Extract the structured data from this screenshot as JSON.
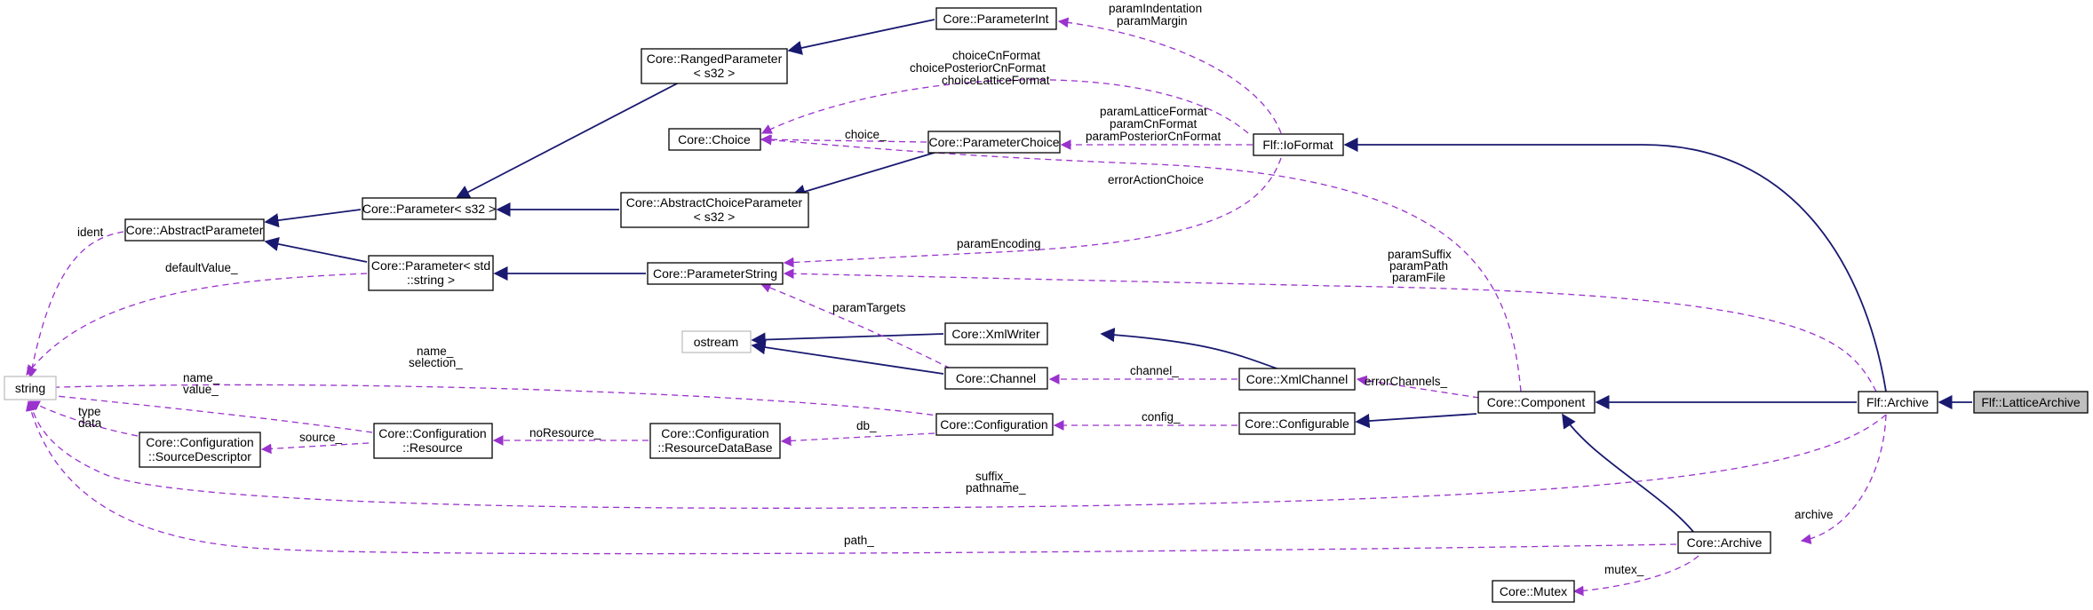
{
  "colors": {
    "inheritance": "#191970",
    "usage": "#9a32cd",
    "focus_fill": "#bfbfbf",
    "external_border": "#bfbfbf"
  },
  "nodes": {
    "flf_lattice_archive": "Flf::LatticeArchive",
    "flf_archive": "Flf::Archive",
    "flf_ioformat": "Flf::IoFormat",
    "core_component": "Core::Component",
    "core_archive": "Core::Archive",
    "core_mutex": "Core::Mutex",
    "core_configurable": "Core::Configurable",
    "core_xmlchannel": "Core::XmlChannel",
    "core_configuration": "Core::Configuration",
    "core_channel": "Core::Channel",
    "core_xmlwriter": "Core::XmlWriter",
    "core_parameterchoice": "Core::ParameterChoice",
    "core_parameterint": "Core::ParameterInt",
    "core_parameterstring": "Core::ParameterString",
    "core_abstractchoiceparameter": [
      "Core::AbstractChoiceParameter",
      "< s32 >"
    ],
    "core_rangedparameter": [
      "Core::RangedParameter",
      "< s32 >"
    ],
    "core_choice": "Core::Choice",
    "core_parameter_s32": "Core::Parameter< s32 >",
    "core_parameter_string": [
      "Core::Parameter< std",
      "::string >"
    ],
    "core_abstractparameter": "Core::AbstractParameter",
    "core_resourcedatabase": [
      "Core::Configuration",
      "::ResourceDataBase"
    ],
    "core_resource": [
      "Core::Configuration",
      "::Resource"
    ],
    "core_sourcedescriptor": [
      "Core::Configuration",
      "::SourceDescriptor"
    ],
    "ostream": "ostream",
    "string": "string"
  },
  "edge_labels": {
    "archive": "archive",
    "mutex": "mutex_",
    "path": "path_",
    "suffix_pathname": [
      "suffix_",
      "pathname_"
    ],
    "param_suffix_path_file": [
      "paramSuffix",
      "paramPath",
      "paramFile"
    ],
    "error_action_choice": "errorActionChoice",
    "error_channels": "errorChannels_",
    "config": "config_",
    "channel": "channel_",
    "param_targets": "paramTargets",
    "db": "db_",
    "name_selection": [
      "name_",
      "selection_"
    ],
    "no_resource": "noResource_",
    "name_value": [
      "name_",
      "value_"
    ],
    "source": "source_",
    "type_data": [
      "type",
      "data"
    ],
    "param_encoding": "paramEncoding",
    "default_value": "defaultValue_",
    "ident": "ident",
    "choice": "choice_",
    "choice_formats": [
      "choiceCnFormat",
      "choicePosteriorCnFormat",
      "choiceLatticeFormat"
    ],
    "param_formats": [
      "paramLatticeFormat",
      "paramCnFormat",
      "paramPosteriorCnFormat"
    ],
    "param_indentation_margin": [
      "paramIndentation",
      "paramMargin"
    ]
  }
}
